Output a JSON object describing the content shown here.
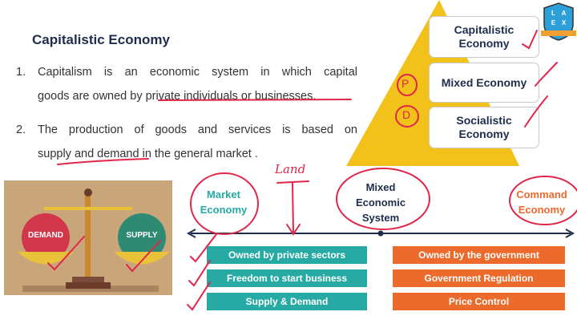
{
  "title": "Capitalistic Economy",
  "points": [
    {
      "num": "1.",
      "line1": "Capitalism is an economic system in which capital",
      "line2": "goods are owned by private individuals or businesses."
    },
    {
      "num": "2.",
      "line1": "The production of goods and services is based on",
      "line2": "supply and demand in the general market ."
    }
  ],
  "pyramid": {
    "levels": [
      "Capitalistic Economy",
      "Mixed Economy",
      "Socialistic Economy"
    ],
    "annotations": [
      "P",
      "D"
    ]
  },
  "logo": {
    "letters": [
      "L",
      "A",
      "E",
      "X"
    ]
  },
  "scale": {
    "left": "DEMAND",
    "right": "SUPPLY"
  },
  "spectrum": {
    "left": "Market Economy",
    "middle": "Mixed Economic System",
    "right": "Command Economy",
    "handwritten": "Land"
  },
  "market_features": [
    "Owned by private sectors",
    "Freedom to start business",
    "Supply & Demand"
  ],
  "command_features": [
    "Owned by the government",
    "Government Regulation",
    "Price Control"
  ],
  "colors": {
    "teal": "#27aaa3",
    "orange": "#ec6a2c",
    "pyramid": "#f2c21b",
    "ink": "#e0264a",
    "title": "#1f2d4d"
  }
}
